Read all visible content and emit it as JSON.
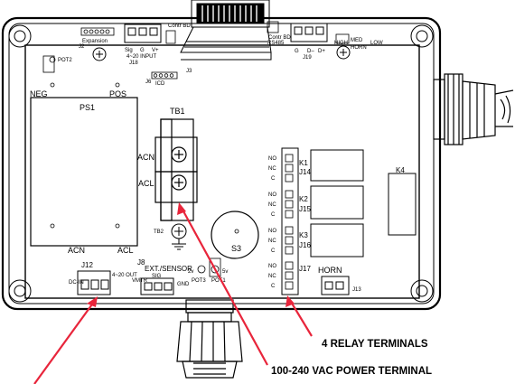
{
  "board": {
    "j2": "J2",
    "expansion": "Expansion",
    "j18_sig": "Sig",
    "j18_g": "G",
    "j18_vplus": "V+",
    "j18_input": "4~20  INPUT",
    "j18": "J18",
    "ctrl_bd": "Contr BD",
    "rs485_lbl": "RS485",
    "j19": "J19",
    "j19_g": "G",
    "j19_dminus": "D–",
    "j19_dplus": "D+",
    "high": "HIGH",
    "med": "MED",
    "low": "LOW",
    "horn_lbl": "HORN",
    "pot2": "POT2",
    "j3": "J3",
    "j6": "J6",
    "icd": "ICD",
    "neg": "NEG",
    "ps1": "PS1",
    "pos": "POS",
    "tb1": "TB1",
    "tb1_acn": "ACN",
    "tb1_acl": "ACL",
    "ps_acn": "ACN",
    "ps_acl": "ACL",
    "tb2": "TB2",
    "s3": "S3",
    "k1": "K1",
    "k2": "K2",
    "k3": "K3",
    "k4": "K4",
    "j14": "J14",
    "j15": "J15",
    "j16": "J16",
    "j17": "J17",
    "no": "NO",
    "nc": "NC",
    "c": "C",
    "horn": "HORN",
    "j13": "J13",
    "j12": "J12",
    "dc_in": "DC-IN",
    "out_420": "4~20 OUT",
    "j8": "J8",
    "ext_sensor": "EXT./SENSOR",
    "sig": "SIG",
    "vmtr": "VMTR",
    "gnd": "GND",
    "v2": "2v",
    "v5": "5v",
    "pot3": "POT3",
    "pot1": "POT1"
  },
  "callouts": {
    "relay": "4 RELAY TERMINALS",
    "power": "100-240 VAC POWER TERMINAL"
  },
  "colors": {
    "line": "#000000",
    "arrow": "#e8253b",
    "background": "#ffffff"
  }
}
